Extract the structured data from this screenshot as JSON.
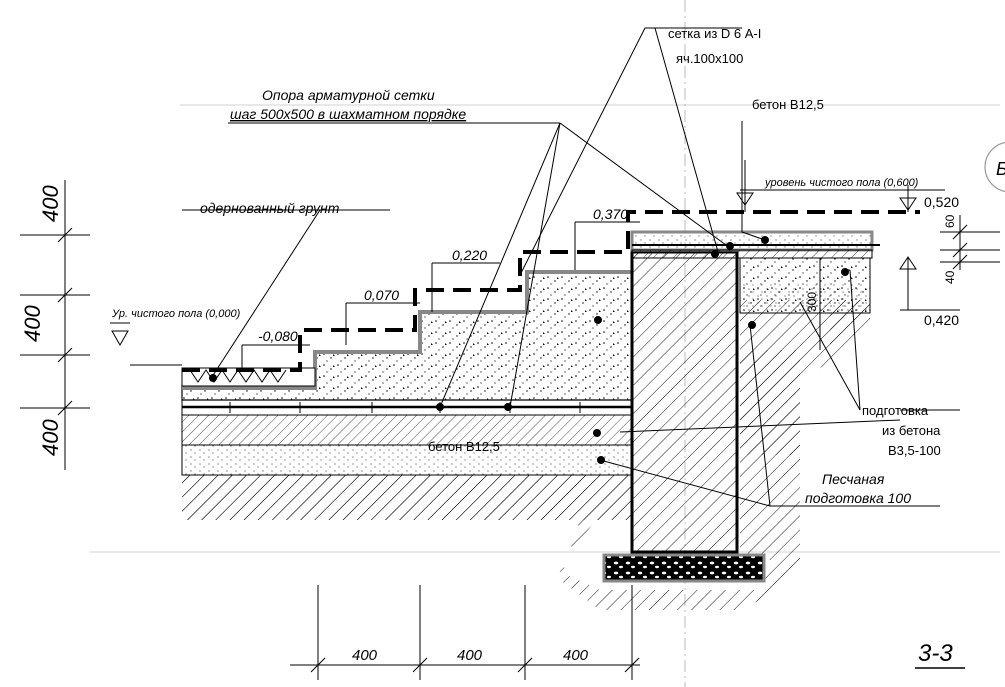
{
  "section_title": "3-3",
  "axis_marker": "Б",
  "labels": {
    "mesh_title": "сетка из  D 6 А-I",
    "mesh_cell": "яч.100х100",
    "mesh_support_1": "Опора арматурной сетки",
    "mesh_support_2": "шаг 500х500 в шахматном порядке",
    "concrete_top": "бетон В12,5",
    "clean_floor_level": "уровень чистого пола (0,600)",
    "sod_ground": "одернованный грунт",
    "floor_level_zero": "Ур. чистого пола (0,000)",
    "concrete_prep_1": "подготовка",
    "concrete_prep_2": "из бетона",
    "concrete_prep_3": "В3,5-100",
    "concrete_mid": "бетон В12,5",
    "sand_prep_1": "Песчаная",
    "sand_prep_2": "подготовка 100"
  },
  "levels": {
    "l1": "0,520",
    "l2": "0,420",
    "l3": "0,370",
    "l4": "0,220",
    "l5": "0,070",
    "l6": "-0,080"
  },
  "dimensions": {
    "left_top": "400",
    "left_mid": "400",
    "left_bottom": "400",
    "bottom_1": "400",
    "bottom_2": "400",
    "bottom_3": "400",
    "right_60": "60",
    "right_40": "40",
    "right_300": "300"
  }
}
